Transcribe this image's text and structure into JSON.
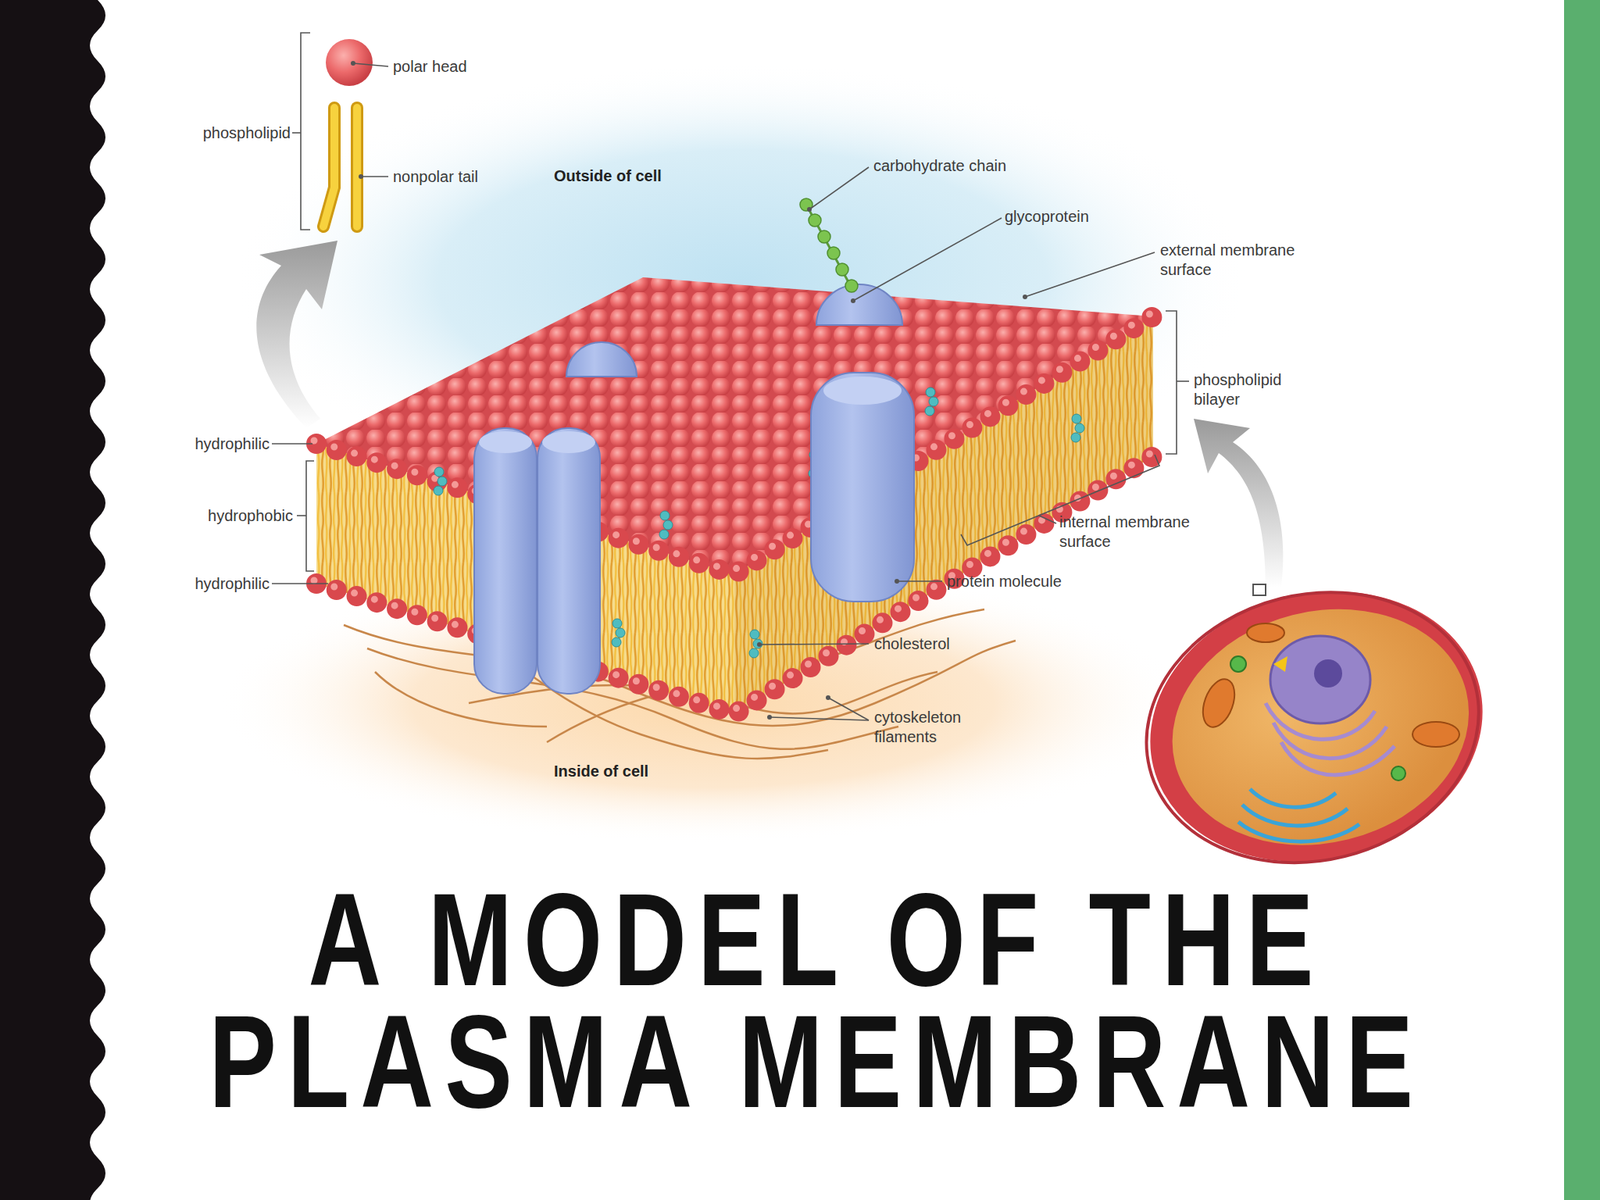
{
  "diagram": {
    "title": "A MODEL OF THE PLASMA MEMBRANE",
    "labels": [
      "polar head",
      "phospholipid",
      "nonpolar tail",
      "Outside of cell",
      "carbohydrate chain",
      "glycoprotein",
      "external membrane surface",
      "phospholipid bilayer",
      "hydrophilic",
      "hydrophobic",
      "hydrophilic",
      "internal membrane surface",
      "protein molecule",
      "cholesterol",
      "cytoskeleton filaments",
      "Inside of cell"
    ]
  }
}
